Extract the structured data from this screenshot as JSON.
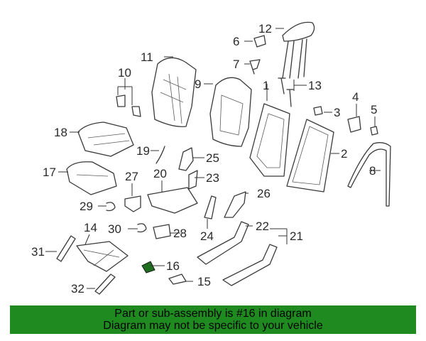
{
  "diagram": {
    "callouts": {
      "c1": "1",
      "c2": "2",
      "c3": "3",
      "c4": "4",
      "c5": "5",
      "c6": "6",
      "c7": "7",
      "c8": "8",
      "c9": "9",
      "c10": "10",
      "c11": "11",
      "c12": "12",
      "c13": "13",
      "c14": "14",
      "c15": "15",
      "c16": "16",
      "c17": "17",
      "c18": "18",
      "c19": "19",
      "c20": "20",
      "c21": "21",
      "c22": "22",
      "c23": "23",
      "c24": "24",
      "c25": "25",
      "c26": "26",
      "c27": "27",
      "c28": "28",
      "c29": "29",
      "c30": "30",
      "c31": "31",
      "c32": "32"
    },
    "highlighted_part": "16"
  },
  "banner": {
    "line1": "Part or sub-assembly is #16 in diagram",
    "line2": "Diagram may not be specific to your vehicle",
    "color": "#1f8a1f"
  }
}
